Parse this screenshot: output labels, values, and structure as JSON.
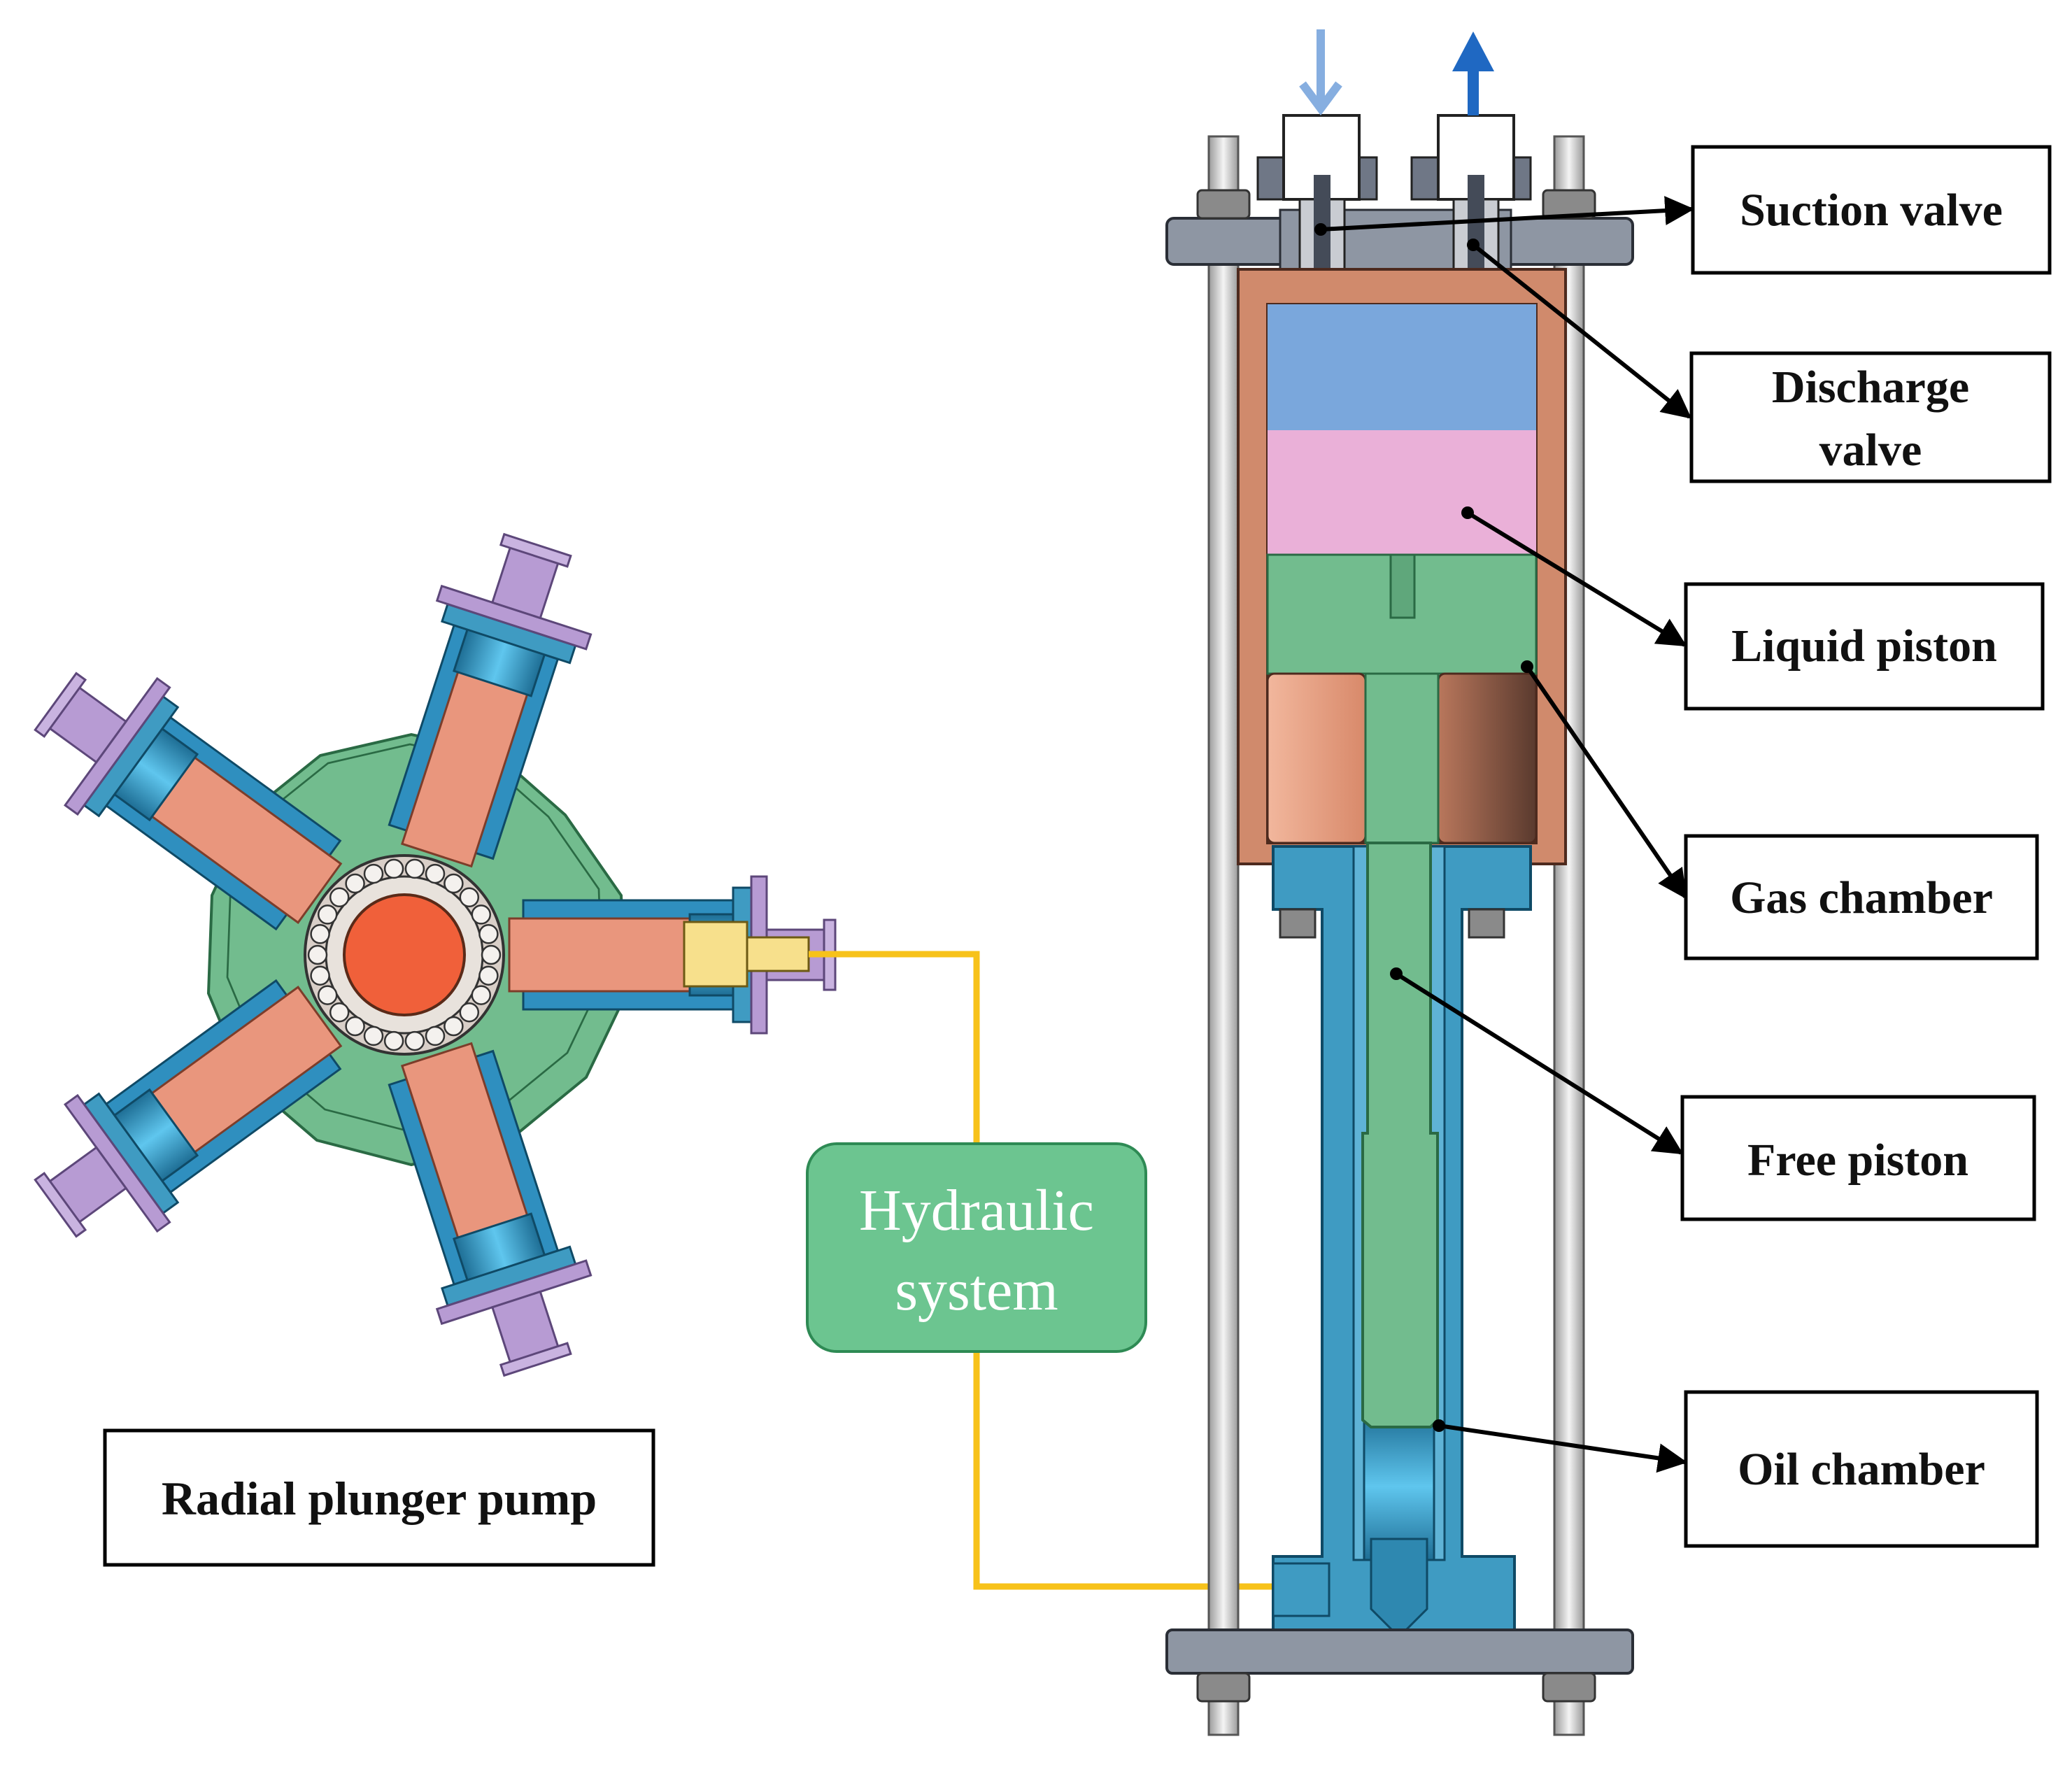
{
  "diagram": {
    "labels": {
      "suction_valve": "Suction valve",
      "discharge_valve_line1": "Discharge",
      "discharge_valve_line2": "valve",
      "liquid_piston": "Liquid piston",
      "gas_chamber": "Gas chamber",
      "free_piston": "Free piston",
      "oil_chamber": "Oil chamber",
      "radial_plunger_pump": "Radial plunger pump",
      "hydraulic_system_line1": "Hydraulic",
      "hydraulic_system_line2": "system"
    },
    "colors": {
      "liquid_blue": "#7aa7dc",
      "liquid_pink": "#eab0d8",
      "piston_green": "#72bc8e",
      "copper": "#d08a6c",
      "steel_blue": "#3f9bc2",
      "plate_gray": "#8e96a3",
      "pipe_yellow": "#f7c21a",
      "hydraulic_box": "#6cc590",
      "plunger_salmon": "#e9967d",
      "pump_core": "#f0603a",
      "cap_purple": "#b79bd3",
      "inlet_arrow": "#86aee0",
      "outlet_arrow": "#1f68c2"
    },
    "icons": {
      "inlet": "down-arrow-icon",
      "outlet": "up-arrow-icon"
    }
  }
}
